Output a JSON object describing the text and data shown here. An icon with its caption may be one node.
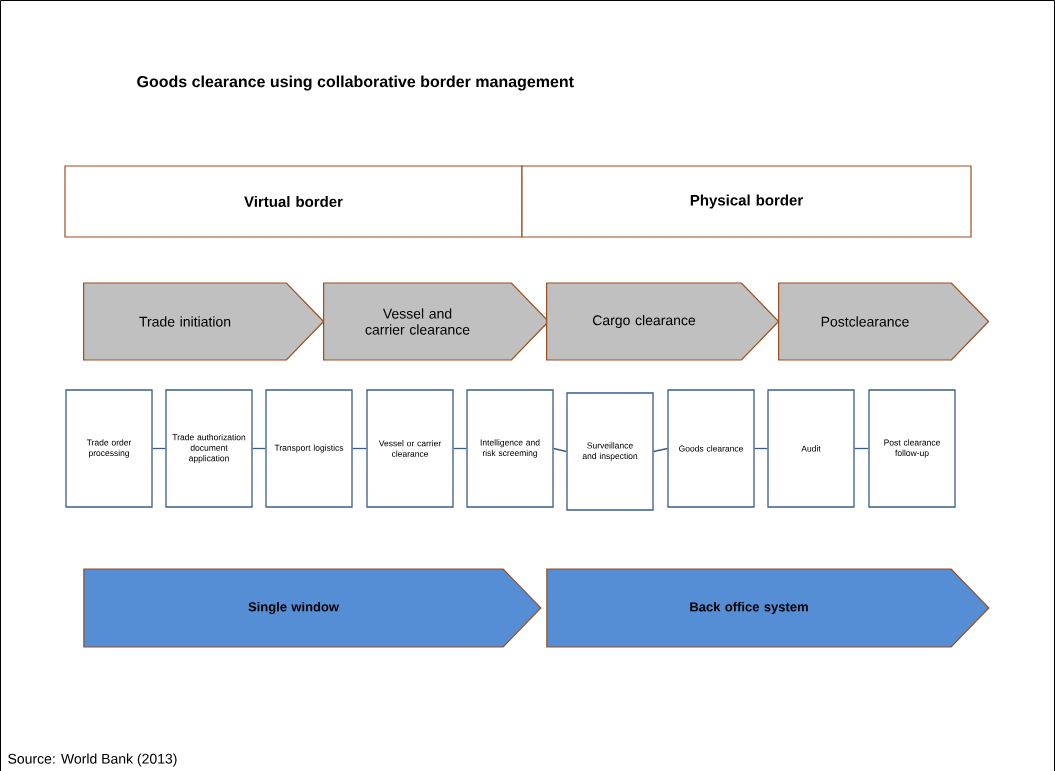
{
  "diagram": {
    "title": "Goods clearance using collaborative border management",
    "nodes": [
      {
        "text": [
          "Virtual border"
        ]
      },
      {
        "text": [
          "Physical border"
        ]
      },
      {
        "text": [
          "Trade initiation"
        ]
      },
      {
        "text": [
          "Vessel and carrier clearance"
        ]
      },
      {
        "text": [
          "Cargo clearance"
        ]
      },
      {
        "text": [
          "Postclearance"
        ]
      },
      {
        "text": [
          "Trade order processing"
        ]
      },
      {
        "text": [
          "Trade authorization document application"
        ]
      },
      {
        "text": [
          "Transport logistics"
        ]
      },
      {
        "text": [
          "Vessel or carrier clearance"
        ]
      },
      {
        "text": [
          "Intelligence and risk screeming"
        ]
      },
      {
        "text": [
          "Surveillance and inspection"
        ]
      },
      {
        "text": [
          "Goods clearance"
        ]
      },
      {
        "text": [
          "Audit"
        ]
      },
      {
        "text": [
          "Post clearance follow-up"
        ]
      },
      {
        "text": [
          "Single window"
        ]
      },
      {
        "text": [
          "Back office system"
        ]
      }
    ],
    "edges": [
      {
        "from": 6,
        "to": 7,
        "arrow": "none"
      },
      {
        "from": 7,
        "to": 8,
        "arrow": "none"
      },
      {
        "from": 8,
        "to": 9,
        "arrow": "none"
      },
      {
        "from": 9,
        "to": 10,
        "arrow": "none"
      },
      {
        "from": 10,
        "to": 11,
        "arrow": "none"
      },
      {
        "from": 11,
        "to": 12,
        "arrow": "none"
      },
      {
        "from": 12,
        "to": 13,
        "arrow": "none"
      },
      {
        "from": 13,
        "to": 14,
        "arrow": "none"
      }
    ],
    "labels": [
      "Source: World Bank (2013)"
    ]
  }
}
